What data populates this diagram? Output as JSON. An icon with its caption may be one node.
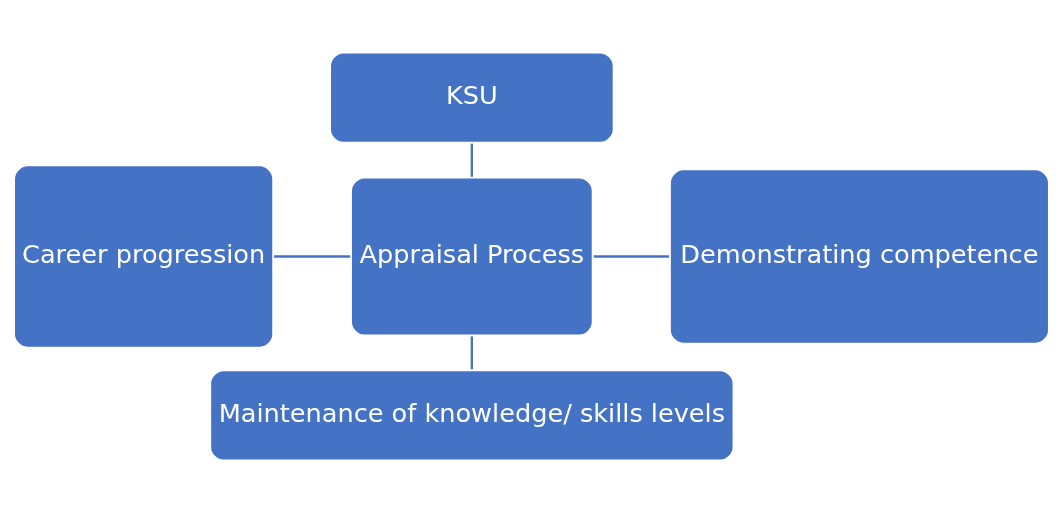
{
  "diagram": {
    "nodes": [
      {
        "text": [
          "KSU"
        ]
      },
      {
        "text": [
          "Career progression"
        ]
      },
      {
        "text": [
          "Appraisal Process"
        ]
      },
      {
        "text": [
          "Demonstrating competence"
        ]
      },
      {
        "text": [
          "Maintenance of knowledge/ skills levels"
        ]
      }
    ],
    "edges": [
      {
        "from": 0,
        "to": 2,
        "arrow": "none"
      },
      {
        "from": 1,
        "to": 2,
        "arrow": "none"
      },
      {
        "from": 2,
        "to": 3,
        "arrow": "none"
      },
      {
        "from": 2,
        "to": 4,
        "arrow": "none"
      }
    ]
  }
}
